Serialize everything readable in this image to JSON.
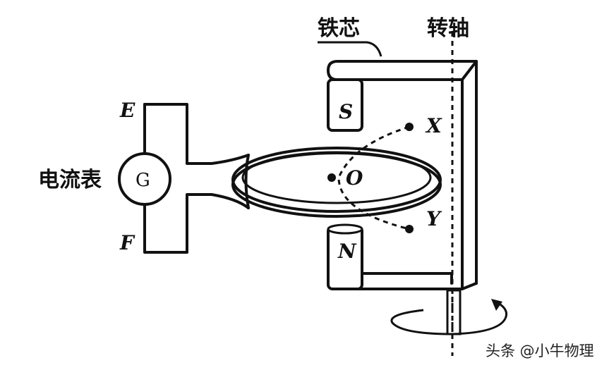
{
  "labels": {
    "iron_core": "铁芯",
    "shaft": "转轴",
    "ammeter": "电流表",
    "galvanometer": "G",
    "terminal_e": "E",
    "terminal_f": "F",
    "pole_s": "S",
    "pole_n": "N",
    "point_o": "O",
    "point_x": "X",
    "point_y": "Y"
  },
  "watermark": "头条 @小牛物理"
}
